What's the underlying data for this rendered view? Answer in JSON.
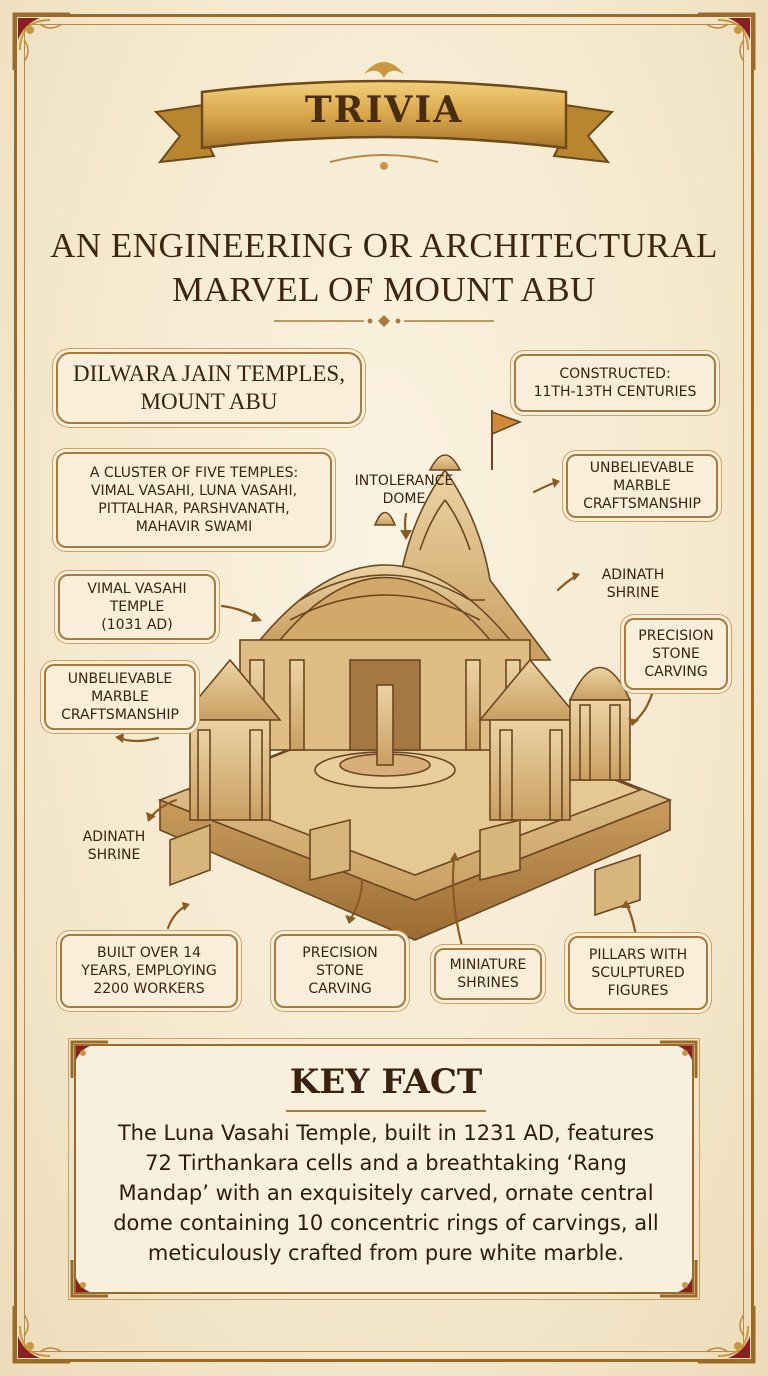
{
  "banner": {
    "label": "TRIVIA"
  },
  "title": {
    "line1": "AN ENGINEERING OR ARCHITECTURAL",
    "line2": "MARVEL OF MOUNT ABU"
  },
  "labels": {
    "temple_name": {
      "line1": "DILWARA JAIN TEMPLES,",
      "line2": "MOUNT ABU"
    },
    "constructed": {
      "line1": "CONSTRUCTED:",
      "line2": "11TH-13TH CENTURIES"
    },
    "cluster": {
      "line1": "A CLUSTER OF FIVE TEMPLES:",
      "line2": "VIMAL VASAHI, LUNA VASAHI,",
      "line3": "PITTALHAR, PARSHVANATH,",
      "line4": "MAHAVIR SWAMI"
    },
    "intolerance_dome": {
      "line1": "INTOLERANCE",
      "line2": "DOME"
    },
    "marble_top": {
      "line1": "UNBELIEVABLE",
      "line2": "MARBLE",
      "line3": "CRAFTSMANSHIP"
    },
    "adinath_top": {
      "line1": "ADINATH",
      "line2": "SHRINE"
    },
    "vimal_vasahi": {
      "line1": "VIMAL VASAHI",
      "line2": "TEMPLE",
      "line3": "(1031 AD)"
    },
    "precision_right": {
      "line1": "PRECISION",
      "line2": "STONE",
      "line3": "CARVING"
    },
    "marble_left": {
      "line1": "UNBELIEVABLE",
      "line2": "MARBLE",
      "line3": "CRAFTSMANSHIP"
    },
    "adinath_left": {
      "line1": "ADINATH",
      "line2": "SHRINE"
    },
    "built_over": {
      "line1": "BUILT OVER 14",
      "line2": "YEARS, EMPLOYING",
      "line3": "2200 WORKERS"
    },
    "precision_bottom": {
      "line1": "PRECISION",
      "line2": "STONE",
      "line3": "CARVING"
    },
    "miniature": {
      "line1": "MINIATURE",
      "line2": "SHRINES"
    },
    "pillars": {
      "line1": "PILLARS WITH",
      "line2": "SCULPTURED",
      "line3": "FIGURES"
    }
  },
  "key_fact": {
    "title": "KEY FACT",
    "body": "The Luna Vasahi Temple, built in 1231 AD, features 72 Tirthankara cells and a breathtaking ‘Rang Mandap’ with an exquisitely carved, ornate central dome containing 10 concentric rings of carvings, all meticulously crafted from pure white marble."
  },
  "colors": {
    "parchment": "#f5e9cf",
    "ink": "#3b240f",
    "gold": "#c9973f",
    "frame": "#9a6a2a",
    "accent_red": "#8a1f1f"
  }
}
